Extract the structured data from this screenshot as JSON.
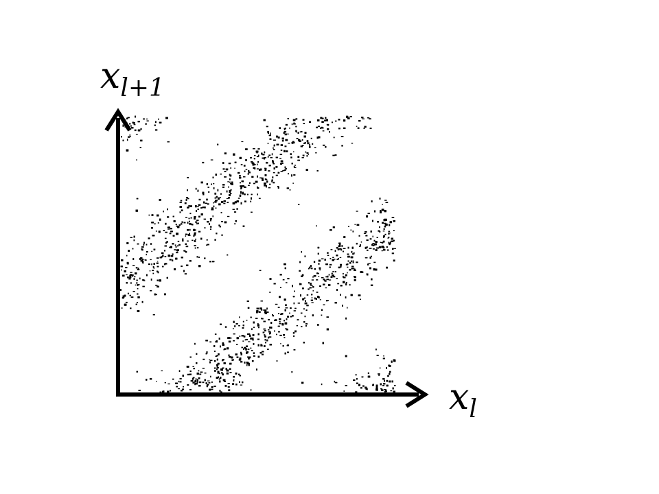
{
  "chart_data": {
    "type": "scatter",
    "xlabel": {
      "base": "x",
      "sub": "l"
    },
    "ylabel": {
      "base": "x",
      "sub": "l+1"
    },
    "xlim": [
      0,
      1
    ],
    "ylim": [
      0,
      1
    ],
    "grid": false,
    "point_color": "#000000",
    "bands": [
      {
        "offset": -0.75,
        "width": 0.17
      },
      {
        "offset": -0.2,
        "width": 0.17
      },
      {
        "offset": 0.4,
        "width": 0.17
      },
      {
        "offset": 0.98,
        "width": 0.17
      }
    ],
    "band_slope": 0.8
  }
}
